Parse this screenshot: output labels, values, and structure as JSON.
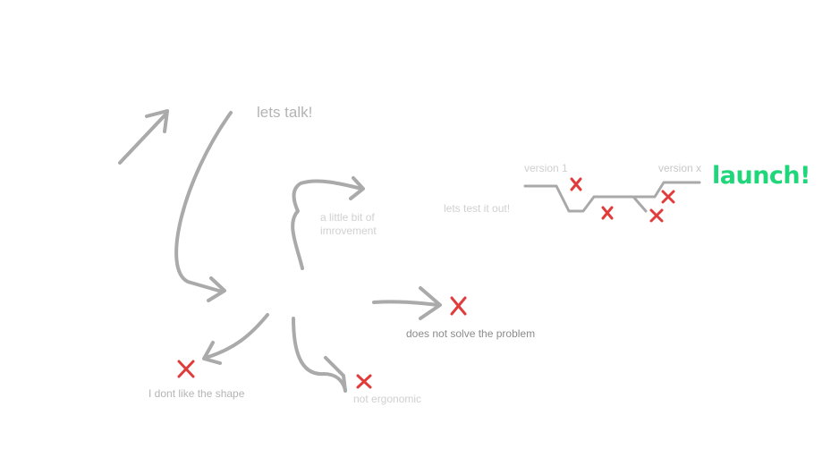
{
  "labels": {
    "lets_talk": "lets talk!",
    "improvement": "a little bit of\nimrovement",
    "lets_test": "lets test it out!",
    "version_1": "version 1",
    "version_x": "version x",
    "launch": "launch!",
    "not_solve": "does not solve the problem",
    "dont_like_shape": "I dont like the shape",
    "not_ergonomic": "not ergonomic"
  },
  "colors": {
    "stroke_gray": "#aaaaaa",
    "timeline_gray": "#a9a9a9",
    "reject_red": "#e03c3c",
    "launch_green": "#1fd67a"
  },
  "icons": {
    "rejection": "x-mark-icon",
    "direction": "arrow-icon"
  }
}
